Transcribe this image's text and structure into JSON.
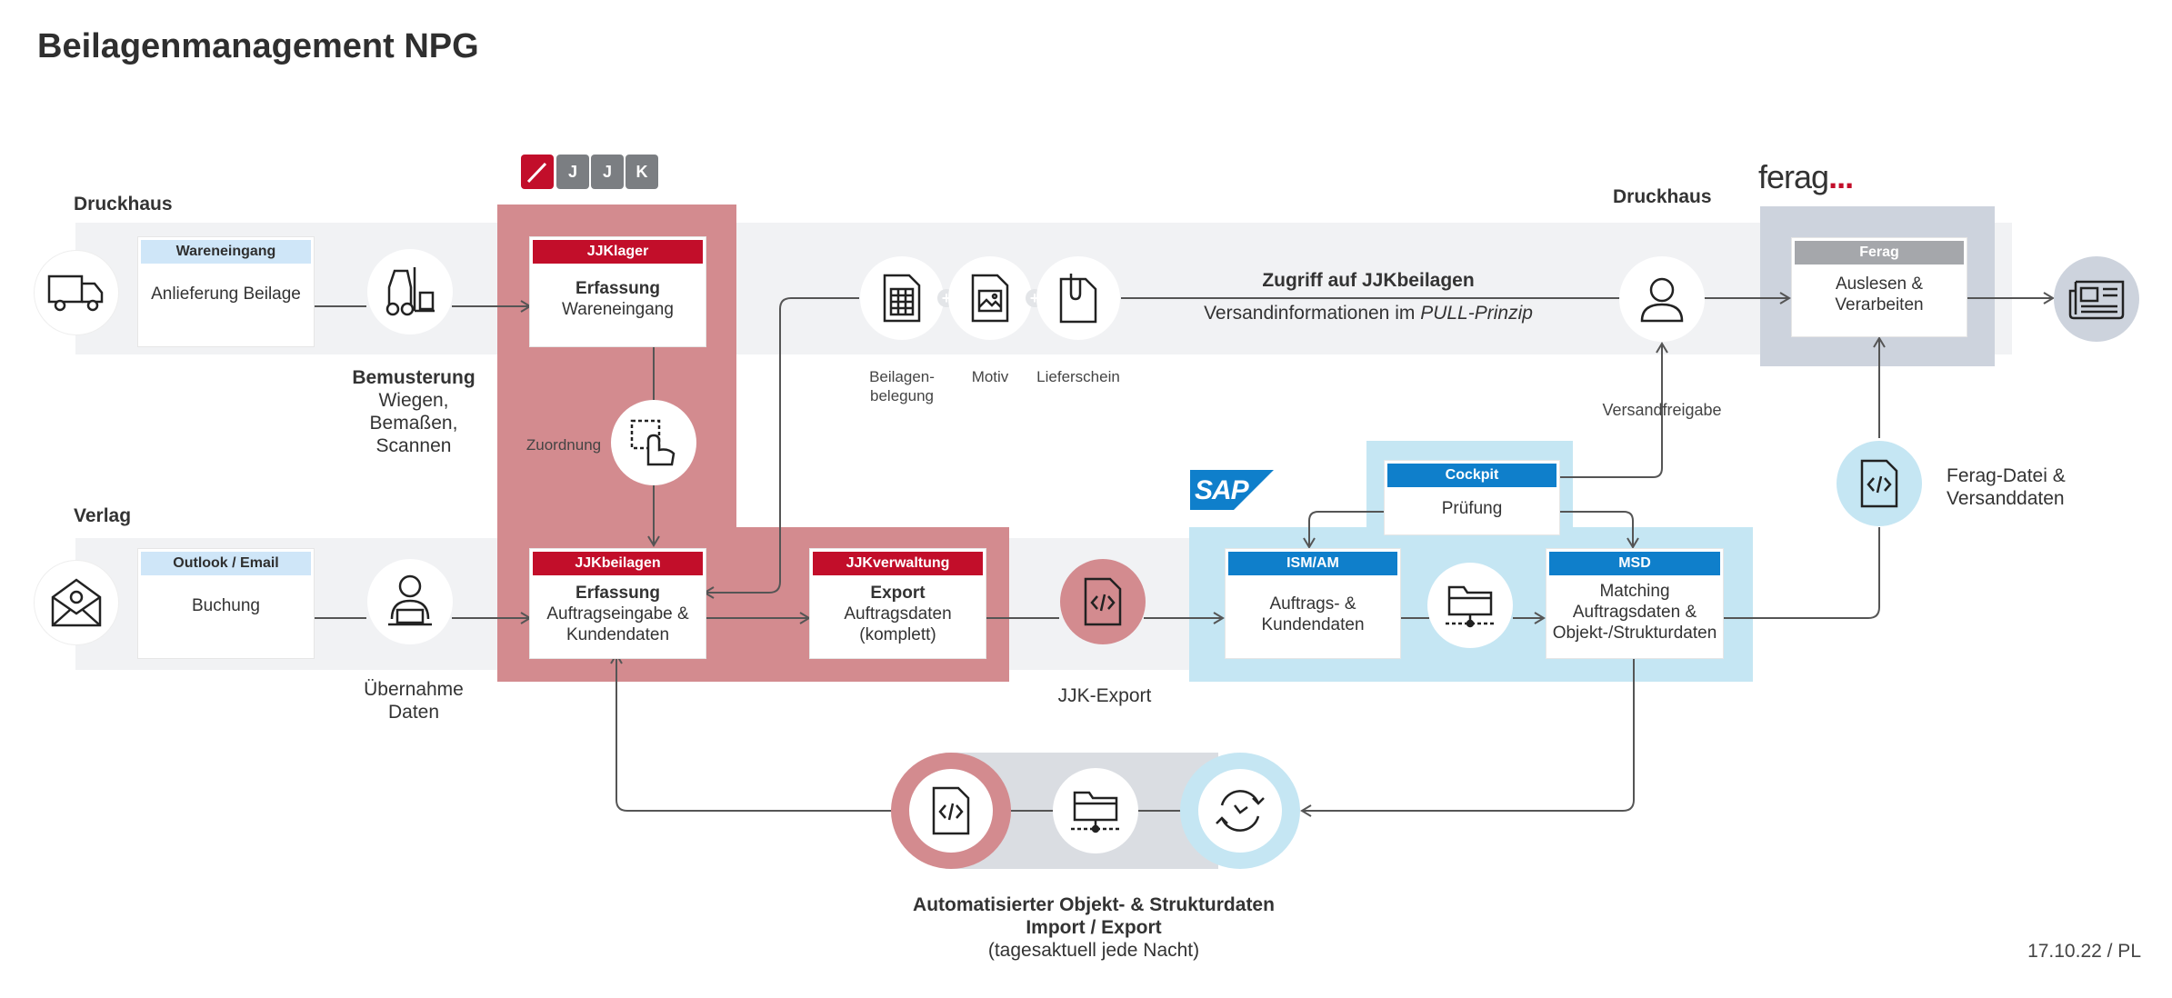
{
  "title": "Beilagenmanagement NPG",
  "date": "17.10.22 / PL",
  "druckhaus_left": "Druckhaus",
  "druckhaus_right": "Druckhaus",
  "verlag": "Verlag",
  "wareneingang": {
    "header": "Wareneingang",
    "body": "Anlieferung Beilage"
  },
  "outlook": {
    "header": "Outlook / Email",
    "body": "Buchung"
  },
  "bemusterung": {
    "title": "Bemusterung",
    "lines": "Wiegen,\nBemaßen,\nScannen"
  },
  "uebernahme": "Übernahme\nDaten",
  "jjk_logo": {
    "letters": [
      "J",
      "J",
      "K"
    ]
  },
  "jjklager": {
    "header": "JJKlager",
    "body_bold": "Erfassung",
    "body": "Wareneingang"
  },
  "zuordnung": "Zuordnung",
  "jjkbeilagen_box": {
    "header": "JJKbeilagen",
    "body_bold": "Erfassung",
    "body": "Auftragseingabe &\nKundendaten"
  },
  "jjkverwaltung": {
    "header": "JJKverwaltung",
    "body_bold": "Export",
    "body": "Auftragsdaten\n(komplett)"
  },
  "jjk_export": "JJK-Export",
  "docs": {
    "beilagenbelegung": "Beilagen-\nbelegung",
    "motiv": "Motiv",
    "lieferschein": "Lieferschein"
  },
  "zugriff": {
    "title": "Zugriff auf JJKbeilagen",
    "text_a": "Versandinformationen im ",
    "text_b": "PULL-Prinzip"
  },
  "versandfreigabe": "Versandfreigabe",
  "sap_logo": "SAP",
  "cockpit": {
    "header": "Cockpit",
    "body": "Prüfung"
  },
  "ismam": {
    "header": "ISM/AM",
    "body": "Auftrags- &\nKundendaten"
  },
  "msd": {
    "header": "MSD",
    "body": "Matching\nAuftragsdaten &\nObjekt-/Strukturdaten"
  },
  "ferag_logo": {
    "word": "ferag",
    "dots": "..."
  },
  "ferag_box": {
    "header": "Ferag",
    "body": "Auslesen &\nVerarbeiten"
  },
  "ferag_datei": "Ferag-Datei &\nVersanddaten",
  "bottom": {
    "line1": "Automatisierter Objekt- & Strukturdaten",
    "line2": "Import / Export",
    "line3": "(tagesaktuell jede Nacht)"
  },
  "colors": {
    "red": "#c20e2a",
    "blue": "#0f7fcb",
    "light_blue": "#c5e6f3",
    "red_panel": "#d38b8f",
    "gray": "#cdd3dd"
  }
}
